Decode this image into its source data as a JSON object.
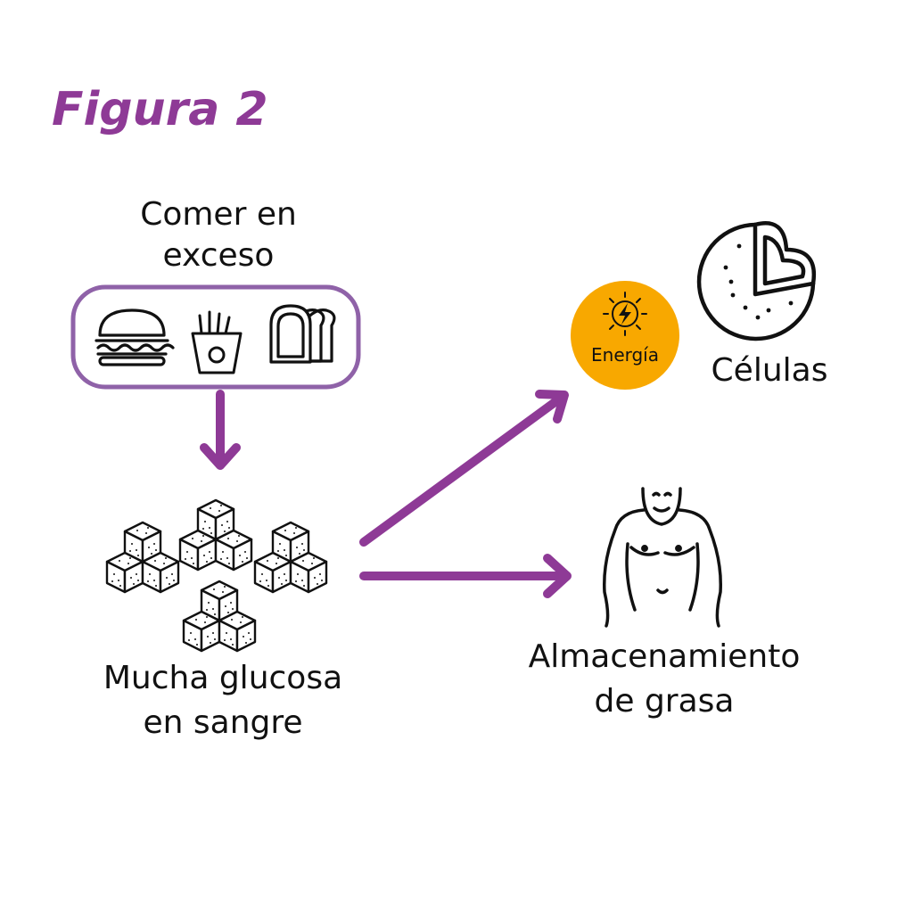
{
  "figure": {
    "title": "Figura 2"
  },
  "nodes": {
    "overeating": {
      "line1": "Comer en",
      "line2": "exceso"
    },
    "glucose": {
      "line1": "Mucha glucosa",
      "line2": "en sangre"
    },
    "energy": {
      "label": "Energía"
    },
    "cells": {
      "label": "Células"
    },
    "fat_storage": {
      "line1": "Almacenamiento",
      "line2": "de grasa"
    }
  },
  "colors": {
    "accent_purple": "#8e3a96",
    "box_border": "#8f62a8",
    "energy_orange": "#f8a800",
    "ink": "#111111"
  },
  "icons": [
    "burger-icon",
    "fries-icon",
    "bread-icon",
    "sugar-cubes-icon",
    "lightning-sun-icon",
    "cell-icon",
    "person-belly-icon"
  ]
}
